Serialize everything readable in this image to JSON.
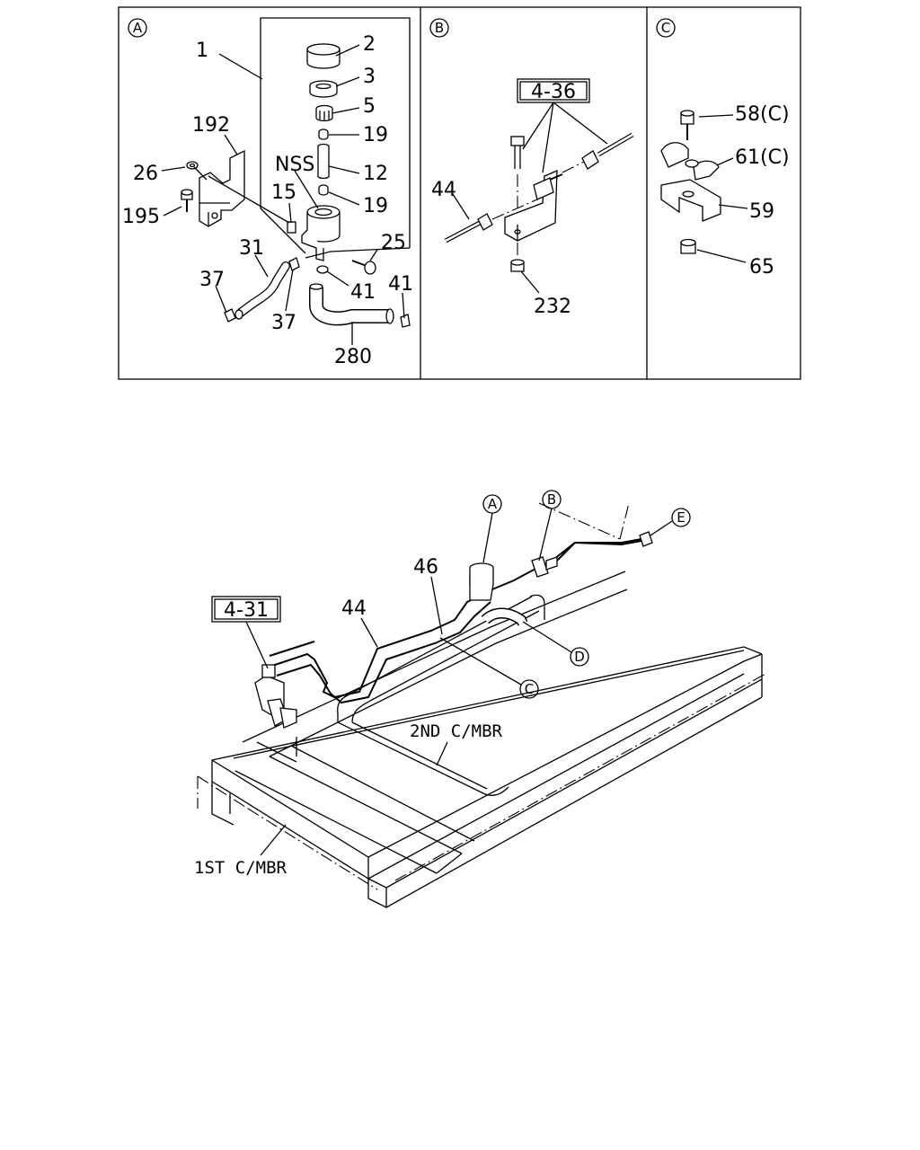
{
  "panels": {
    "a": {
      "badge": "A"
    },
    "b": {
      "badge": "B"
    },
    "c": {
      "badge": "C"
    }
  },
  "part_labels": {
    "p1": "1",
    "p2": "2",
    "p3": "3",
    "p5": "5",
    "p19a": "19",
    "p12": "12",
    "pnss": "NSS",
    "p19b": "19",
    "p192": "192",
    "p26": "26",
    "p195": "195",
    "p15": "15",
    "p25": "25",
    "p31": "31",
    "p37a": "37",
    "p37b": "37",
    "p41a": "41",
    "p41b": "41",
    "p280": "280",
    "p436": "4-36",
    "p44b": "44",
    "p232": "232",
    "p58": "58(C)",
    "p61": "61(C)",
    "p59": "59",
    "p65": "65"
  },
  "main": {
    "ref_box": "4-31",
    "p44": "44",
    "p46": "46",
    "callouts": {
      "a": "A",
      "b": "B",
      "c": "C",
      "d": "D",
      "e": "E"
    },
    "crossmember_2nd": "2ND C/MBR",
    "crossmember_1st": "1ST C/MBR"
  }
}
